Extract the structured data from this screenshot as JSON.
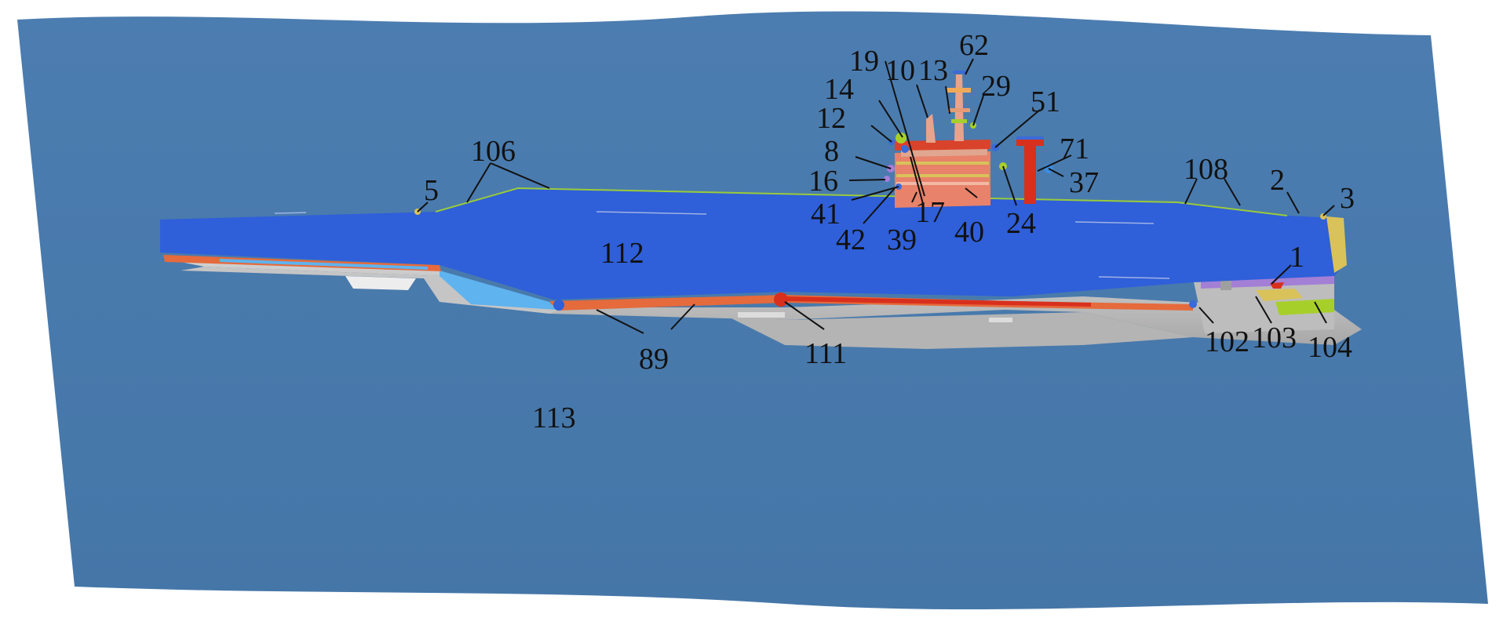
{
  "figure": {
    "description_colors": {
      "sea": "#4a7aad",
      "flight_deck": "#2f5fd9",
      "hull": "#c8c8c8",
      "hull_shadow": "#a9a9a9",
      "island": "#e8826a",
      "island_top": "#d9432b",
      "sponson_orange": "#e56a3c",
      "catwalk_light_blue": "#5fb3ef",
      "mast_red": "#d8301d",
      "stern_purple": "#a37fd6",
      "stern_green": "#a7cf2a",
      "stern_yellow": "#d9c25a",
      "label_color": "#111111"
    },
    "callouts": [
      {
        "id": "1",
        "label": "1"
      },
      {
        "id": "2",
        "label": "2"
      },
      {
        "id": "3",
        "label": "3"
      },
      {
        "id": "5",
        "label": "5"
      },
      {
        "id": "8",
        "label": "8"
      },
      {
        "id": "10",
        "label": "10"
      },
      {
        "id": "12",
        "label": "12"
      },
      {
        "id": "13",
        "label": "13"
      },
      {
        "id": "14",
        "label": "14"
      },
      {
        "id": "16",
        "label": "16"
      },
      {
        "id": "17",
        "label": "17"
      },
      {
        "id": "19",
        "label": "19"
      },
      {
        "id": "24",
        "label": "24"
      },
      {
        "id": "29",
        "label": "29"
      },
      {
        "id": "37",
        "label": "37"
      },
      {
        "id": "39",
        "label": "39"
      },
      {
        "id": "40",
        "label": "40"
      },
      {
        "id": "41",
        "label": "41"
      },
      {
        "id": "42",
        "label": "42"
      },
      {
        "id": "51",
        "label": "51"
      },
      {
        "id": "62",
        "label": "62"
      },
      {
        "id": "71",
        "label": "71"
      },
      {
        "id": "89",
        "label": "89"
      },
      {
        "id": "102",
        "label": "102"
      },
      {
        "id": "103",
        "label": "103"
      },
      {
        "id": "104",
        "label": "104"
      },
      {
        "id": "106",
        "label": "106"
      },
      {
        "id": "108",
        "label": "108"
      },
      {
        "id": "111",
        "label": "111"
      },
      {
        "id": "112",
        "label": "112"
      },
      {
        "id": "113",
        "label": "113"
      }
    ]
  }
}
